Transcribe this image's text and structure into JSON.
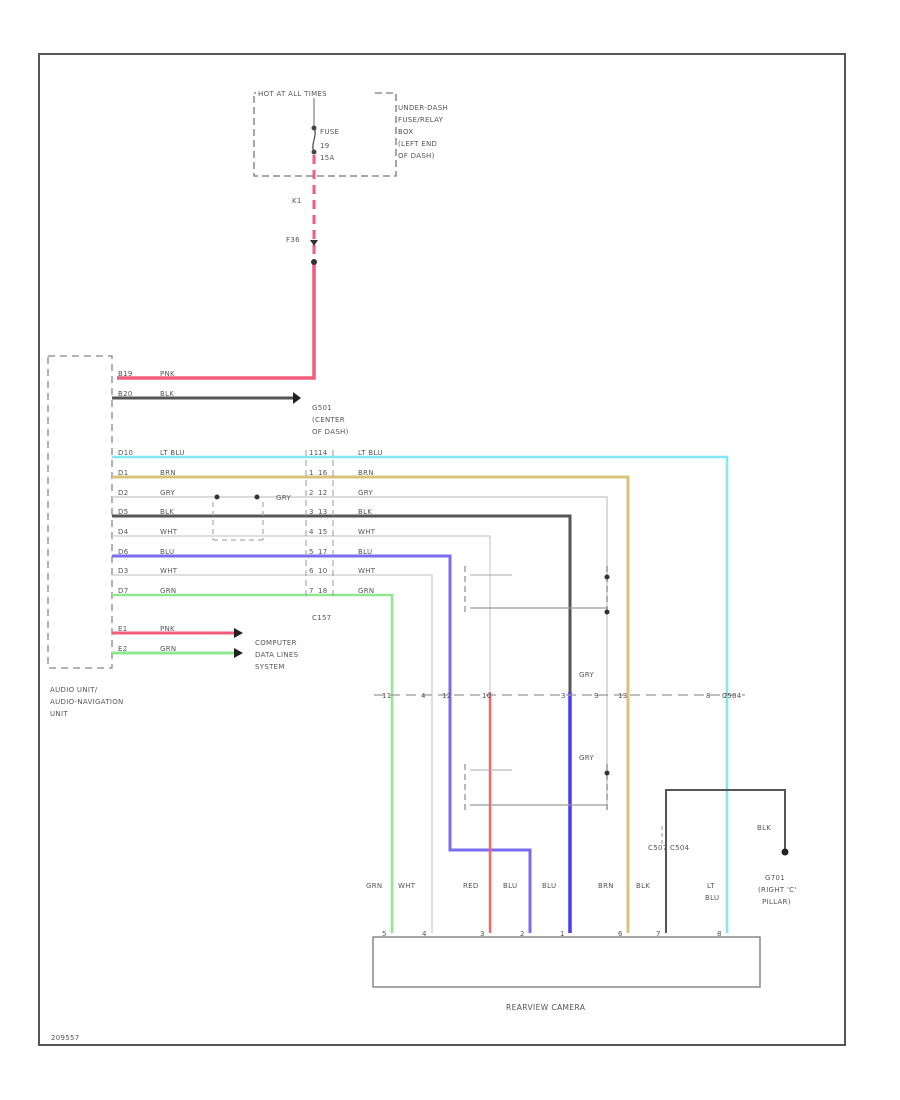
{
  "fuse_box": {
    "header": "HOT AT ALL TIMES",
    "desc": [
      "UNDER-DASH",
      "FUSE/RELAY",
      "BOX",
      "(LEFT END",
      "OF DASH)"
    ],
    "fuse_name": "FUSE",
    "fuse_id": "19",
    "fuse_amp": "15A"
  },
  "feed": {
    "pin_top": "K1",
    "pin_bottom": "F36"
  },
  "audio_unit": {
    "name": [
      "AUDIO UNIT/",
      "AUDIO-NAVIGATION",
      "UNIT"
    ],
    "pins": [
      {
        "pin": "B19",
        "color": "PNK"
      },
      {
        "pin": "B20",
        "color": "BLK"
      },
      {
        "pin": "D10",
        "color": "LT BLU"
      },
      {
        "pin": "D1",
        "color": "BRN"
      },
      {
        "pin": "D2",
        "color": "GRY"
      },
      {
        "pin": "D5",
        "color": "BLK"
      },
      {
        "pin": "D4",
        "color": "WHT"
      },
      {
        "pin": "D6",
        "color": "BLU"
      },
      {
        "pin": "D3",
        "color": "WHT"
      },
      {
        "pin": "D7",
        "color": "GRN"
      },
      {
        "pin": "E1",
        "color": "PNK"
      },
      {
        "pin": "E2",
        "color": "GRN"
      }
    ]
  },
  "ground_g501": [
    "G501",
    "(CENTER",
    "OF DASH)"
  ],
  "c157": {
    "name": "C157",
    "pins_left": [
      "11",
      "1",
      "2",
      "3",
      "4",
      "5",
      "6",
      "7"
    ],
    "pins_right": [
      "14",
      "16",
      "12",
      "13",
      "15",
      "17",
      "10",
      "18"
    ],
    "colors": [
      "LT BLU",
      "BRN",
      "GRY",
      "BLK",
      "WHT",
      "BLU",
      "WHT",
      "GRN"
    ],
    "shield_gry": "GRY"
  },
  "computer": [
    "COMPUTER",
    "DATA LINES",
    "SYSTEM"
  ],
  "c504": {
    "name": "C504",
    "pins": [
      "11",
      "4",
      "12",
      "10",
      "3",
      "9",
      "13",
      "8",
      "7"
    ],
    "gry_top": "GRY",
    "gry_bottom": "GRY"
  },
  "camera": {
    "name": "REARVIEW CAMERA",
    "wire_labels": [
      "GRN",
      "WHT",
      "RED",
      "BLU",
      "BLU",
      "BRN",
      "BLK",
      "LT",
      "BLU"
    ],
    "pins": [
      "5",
      "4",
      "3",
      "2",
      "1",
      "6",
      "7",
      "8"
    ]
  },
  "c507": "C507 C504",
  "ground_g701": {
    "wire": "BLK",
    "label": [
      "G701",
      "(RIGHT 'C'",
      "PILLAR)"
    ]
  },
  "footer_code": "209557"
}
